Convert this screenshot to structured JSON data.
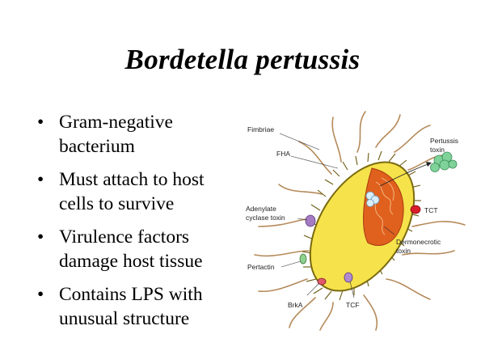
{
  "slide": {
    "title": "Bordetella pertussis",
    "bullets": [
      "Gram-negative bacterium",
      "Must attach to host cells to survive",
      "Virulence factors damage host tissue",
      "Contains LPS with unusual structure"
    ]
  },
  "figure": {
    "labels": {
      "fimbriae": "Fimbriae",
      "fha": "FHA",
      "adenylate_1": "Adenylate",
      "adenylate_2": "cyclase toxin",
      "pertactin": "Pertactin",
      "brka": "BrkA",
      "tcf": "TCF",
      "pertussis_1": "Pertussis",
      "pertussis_2": "toxin",
      "tct": "TCT",
      "dermo_1": "Dermonecrotic",
      "dermo_2": "toxin"
    },
    "colors": {
      "body_fill": "#f6e24a",
      "body_stroke": "#7a6a10",
      "interior": "#e0601e",
      "flagella": "#b58a5a",
      "toxin": "#7fd39a",
      "tct": "#d81e2a",
      "adenylate": "#a57bc4",
      "pertactin": "#8fd18f"
    }
  }
}
